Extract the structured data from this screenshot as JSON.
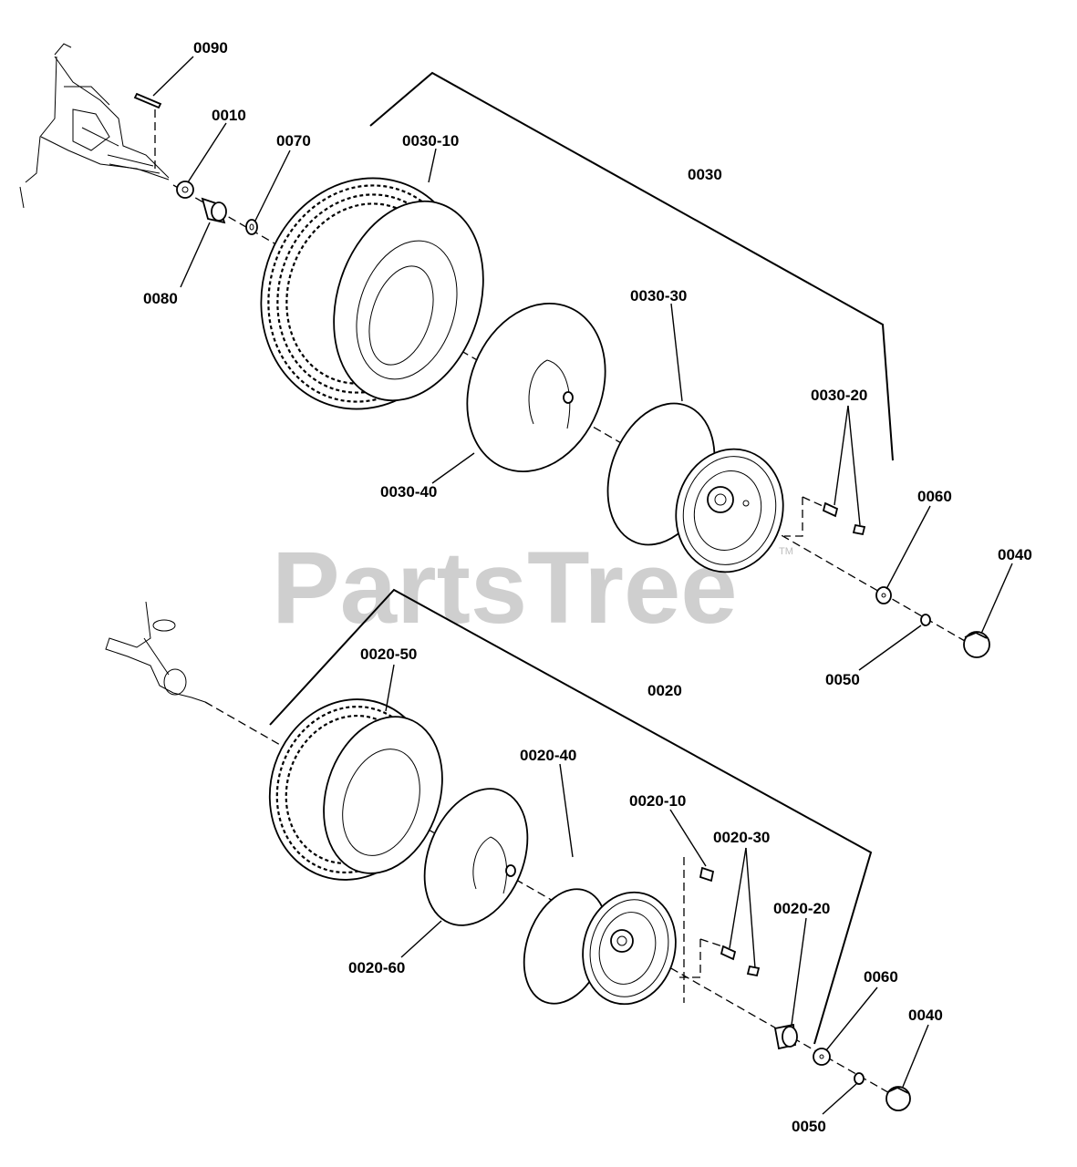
{
  "watermark": {
    "text": "PartsTree",
    "tm": "TM"
  },
  "labels": {
    "p0090": "0090",
    "p0010": "0010",
    "p0070": "0070",
    "p0030_10": "0030-10",
    "p0030": "0030",
    "p0080": "0080",
    "p0030_30": "0030-30",
    "p0030_20": "0030-20",
    "p0030_40": "0030-40",
    "p0060_top": "0060",
    "p0040_top": "0040",
    "p0050_top": "0050",
    "p0020_50": "0020-50",
    "p0020": "0020",
    "p0020_40": "0020-40",
    "p0020_10": "0020-10",
    "p0020_30": "0020-30",
    "p0020_20": "0020-20",
    "p0020_60": "0020-60",
    "p0060_bot": "0060",
    "p0040_bot": "0040",
    "p0050_bot": "0050"
  }
}
